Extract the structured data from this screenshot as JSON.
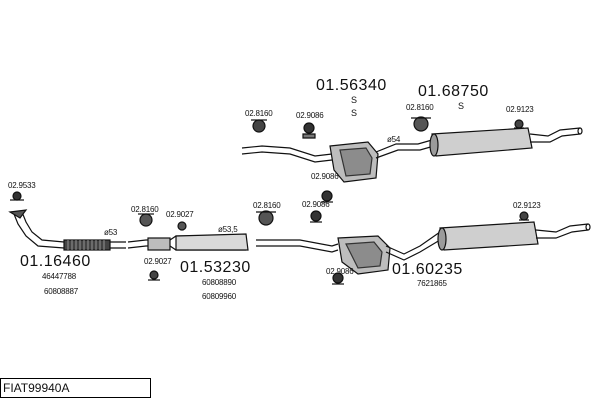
{
  "title_code": "FIAT99940A",
  "labels": {
    "n01_56340": "01.56340",
    "n01_68750": "01.68750",
    "n01_16460": "01.16460",
    "n01_53230": "01.53230",
    "n01_60235": "01.60235",
    "s_a": "S",
    "s_b": "S",
    "s_c": "S",
    "p02_8160_a": "02.8160",
    "p02_9086_a": "02.9086",
    "p02_8160_b": "02.8160",
    "p02_9123_a": "02.9123",
    "p02_9086_b": "02.9086",
    "p02_9533": "02.9533",
    "p02_8160_c": "02.8160",
    "p02_9027_a": "02.9027",
    "p02_8160_d": "02.8160",
    "p02_9086_c": "02.9086",
    "p02_9123_b": "02.9123",
    "p02_9027_b": "02.9027",
    "p02_9086_d": "02.9086",
    "dia_54": "ø54",
    "dia_53": "ø53",
    "dia_53_5": "ø53,5",
    "oe_46447788": "46447788",
    "oe_60808887": "60808887",
    "oe_60808890": "60808890",
    "oe_60809960": "60809960",
    "oe_7621865": "7621865"
  }
}
